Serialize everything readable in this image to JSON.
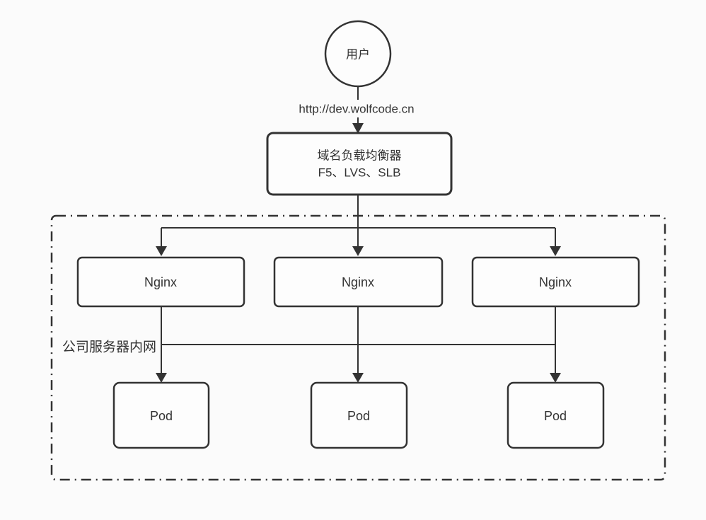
{
  "page": {
    "background": "#fbfbfb"
  },
  "colors": {
    "stroke": "#333333",
    "text": "#333333",
    "node_fill": "#fdfdfd"
  },
  "diagram": {
    "user": {
      "label": "用户"
    },
    "request_url": {
      "label": "http://dev.wolfcode.cn"
    },
    "load_balancer": {
      "title": "域名负载均衡器",
      "subtitle": "F5、LVS、SLB"
    },
    "intranet": {
      "label": "公司服务器内网"
    },
    "nginx": [
      {
        "label": "Nginx"
      },
      {
        "label": "Nginx"
      },
      {
        "label": "Nginx"
      }
    ],
    "pods": [
      {
        "label": "Pod"
      },
      {
        "label": "Pod"
      },
      {
        "label": "Pod"
      }
    ]
  }
}
